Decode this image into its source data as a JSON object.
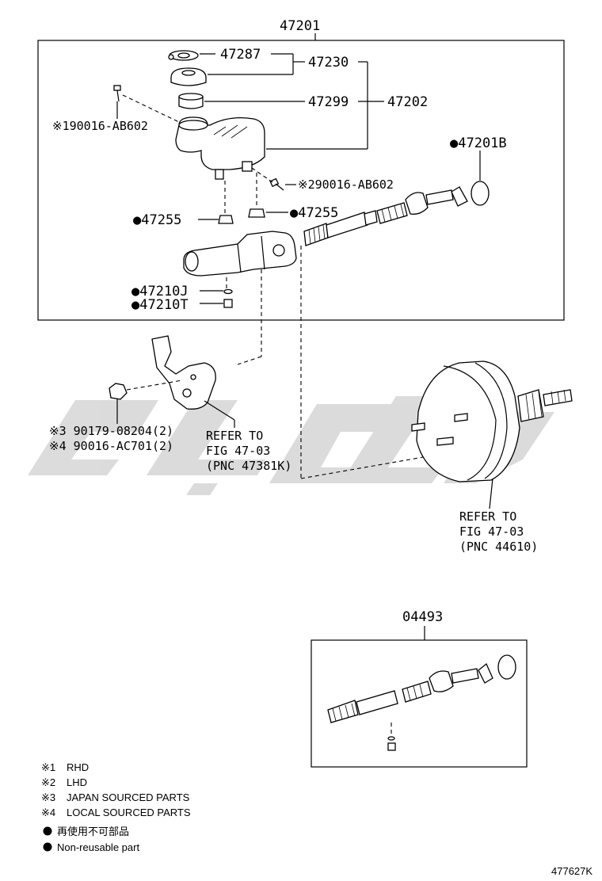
{
  "diagram": {
    "labels": {
      "assy_main": "47201",
      "cap_gasket": "47287",
      "cap_assy": "47230",
      "grommet_ring": "47299",
      "reservoir": "47202",
      "screw_rhd": "※190016-AB602",
      "screw_lhd": "※290016-AB602",
      "seal_kit": "●47201B",
      "grommet_left": "●47255",
      "grommet_right": "●47255",
      "plug_j": "●47210J",
      "plug_t": "●47210T",
      "bolt_japan": "※3 90179-08204(2)",
      "bolt_local": "※4 90016-AC701(2)",
      "refer_bracket_1": "REFER TO",
      "refer_bracket_2": "FIG 47-03",
      "refer_bracket_3": "(PNC 47381K)",
      "refer_booster_1": "REFER TO",
      "refer_booster_2": "FIG 47-03",
      "refer_booster_3": "(PNC 44610)",
      "kit": "04493",
      "figure_id": "477627K"
    },
    "legend": [
      {
        "mark": "※1",
        "text": "RHD"
      },
      {
        "mark": "※2",
        "text": "LHD"
      },
      {
        "mark": "※3",
        "text": "JAPAN SOURCED PARTS"
      },
      {
        "mark": "※4",
        "text": "LOCAL SOURCED PARTS"
      },
      {
        "mark": "dot",
        "text": "再使用不可部品"
      },
      {
        "mark": "dot",
        "text": "Non-reusable part"
      }
    ],
    "colors": {
      "line": "#000000",
      "watermark": "#d8d8d8"
    }
  }
}
